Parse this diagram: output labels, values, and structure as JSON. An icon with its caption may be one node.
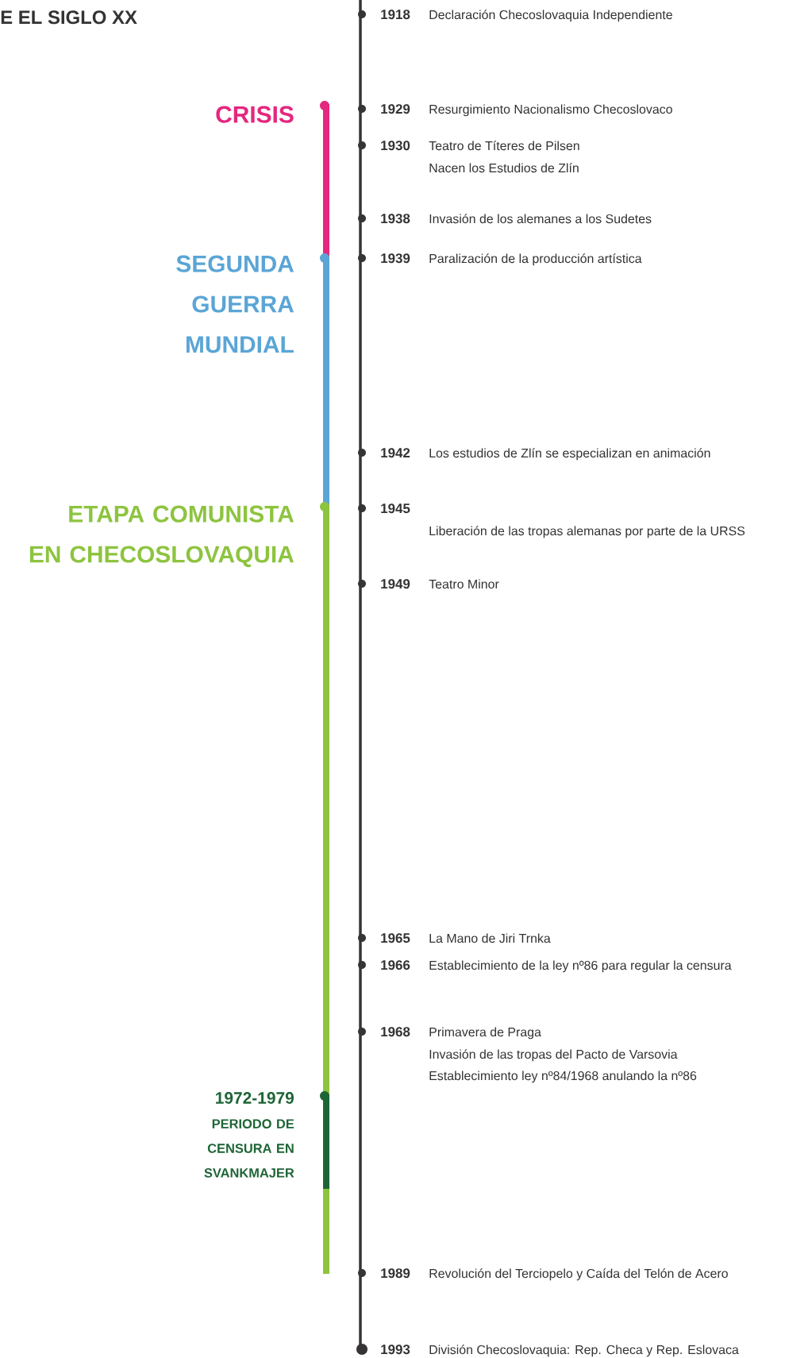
{
  "diagram": {
    "title": "E EL SIGLO XX",
    "labels": [
      "1918",
      "Declaración Checoslovaquia Independiente",
      "CRISIS",
      "1929",
      "Resurgimiento Nacionalismo Checoslovaco",
      "1930",
      "Teatro de Títeres de Pilsen",
      "Nacen los Estudios de Zlín",
      "1938",
      "Invasión de los alemanes a los Sudetes",
      "SEGUNDA GUERRA MUNDIAL",
      "1939",
      "Paralización de la producción artística",
      "1942",
      "Los estudios de Zlín se especializan en animación",
      "ETAPA COMUNISTA EN CHECOSLOVAQUIA",
      "1945",
      "Liberación de las tropas alemanas por parte de la URSS",
      "1949",
      "Teatro Minor",
      "1965",
      "La Mano de Jiri Trnka",
      "1966",
      "Establecimiento de la ley nº86 para regular la censura",
      "1968",
      "Primavera de Praga",
      "Invasión de las tropas del Pacto de Varsovia",
      "Establecimiento ley nº84/1968 anulando la nº86",
      "1972-1979",
      "PERIODO DE CENSURA EN SVANKMAJER",
      "1989",
      "Revolución del Terciopelo y Caída del Telón de Acero",
      "1993",
      "División Checoslovaquia: Rep. Checa y Rep. Eslovaca"
    ]
  }
}
